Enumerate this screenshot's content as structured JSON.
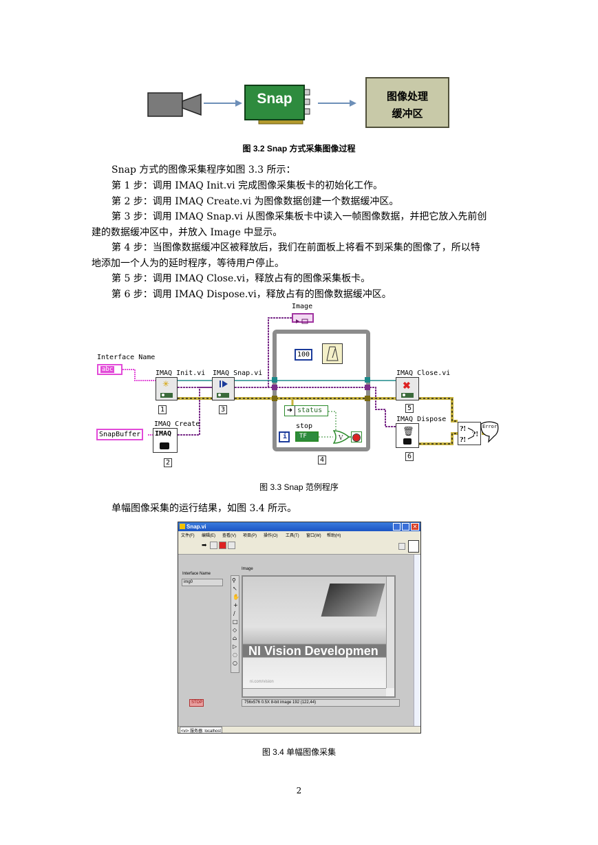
{
  "fig32": {
    "snap_label": "Snap",
    "buffer_line1": "图像处理",
    "buffer_line2": "缓冲区",
    "caption": "图 3.2 Snap 方式采集图像过程"
  },
  "text": {
    "intro": "Snap 方式的图像采集程序如图 3.3 所示：",
    "step1": "第 1 步：调用 IMAQ Init.vi 完成图像采集板卡的初始化工作。",
    "step2": "第 2 步：调用 IMAQ Create.vi 为图像数据创建一个数据缓冲区。",
    "step3a": "第 3 步：调用 IMAQ Snap.vi 从图像采集板卡中读入一帧图像数据，并把它放入先前创",
    "step3b": "建的数据缓冲区中，并放入 Image 中显示。",
    "step4a": "第 4 步：当图像数据缓冲区被释放后，我们在前面板上将看不到采集的图像了，所以特",
    "step4b": "地添加一个人为的延时程序，等待用户停止。",
    "step5": "第 5 步：调用 IMAQ Close.vi，释放占有的图像采集板卡。",
    "step6": "第 6 步：调用 IMAQ Dispose.vi，释放占有的图像数据缓冲区。",
    "result_intro": "单幅图像采集的运行结果，如图 3.4 所示。",
    "page_number": "2"
  },
  "fig33": {
    "image_label": "Image",
    "interface_name_label": "Interface Name",
    "abc": "abc",
    "init_label": "IMAQ Init.vi",
    "snap_label": "IMAQ Snap.vi",
    "create_label": "IMAQ Create",
    "imaq": "IMAQ",
    "snapbuffer": "SnapBuffer",
    "close_label": "IMAQ Close.vi",
    "dispose_label": "IMAQ Dispose",
    "wait_const": "100",
    "status_label": "status",
    "stop_label": "stop",
    "tf": "TF",
    "loop_i": "i",
    "error_text": "Error",
    "n1": "1",
    "n2": "2",
    "n3": "3",
    "n4": "4",
    "n5": "5",
    "n6": "6",
    "caption": "图 3.3 Snap 范例程序"
  },
  "fig34": {
    "window_title": "Snap.vi",
    "menu": [
      "文件(F)",
      "编辑(E)",
      "查看(V)",
      "项目(P)",
      "操作(O)",
      "工具(T)",
      "窗口(W)",
      "帮助(H)"
    ],
    "interface_name_label": "Interface Name",
    "interface_value": "img0",
    "image_label": "Image",
    "banner_text": "NI Vision Developmen",
    "url_text": "ni.com/vision",
    "status_text": "756x576 0.5X 8-bit image 192   (122,44)",
    "stop_button": "STOP",
    "status_bar_target": "<vi> 服务器: localhost",
    "caption": "图 3.4  单幅图像采集"
  }
}
